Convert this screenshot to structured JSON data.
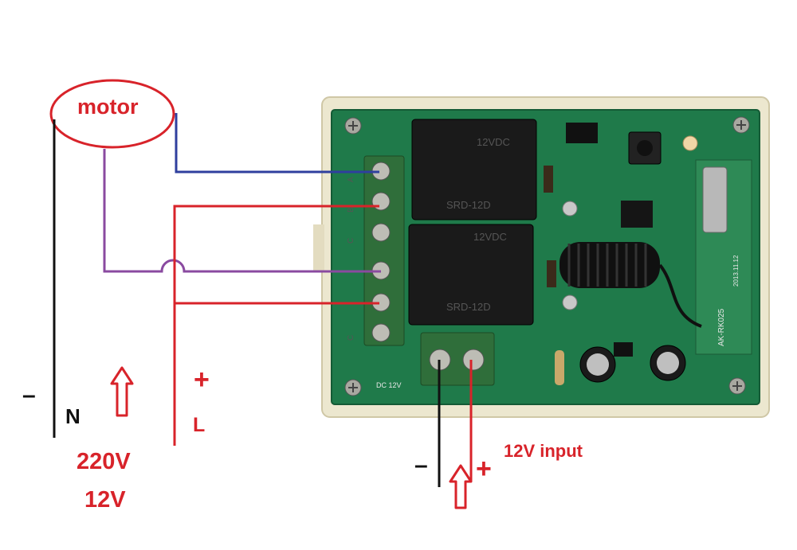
{
  "colors": {
    "wire_red": "#d8232a",
    "wire_blue": "#2f3f9e",
    "wire_purple": "#8a4aa0",
    "wire_black": "#111111",
    "board_green": "#1f7a4a",
    "case": "#ece7cf"
  },
  "labels": {
    "motor": "motor",
    "neutral": "N",
    "minus_left": "–",
    "plus_live": "+",
    "live": "L",
    "voltage_220": "220V",
    "voltage_12": "12V",
    "input_12v": "12V input",
    "minus_input": "–",
    "plus_input": "+"
  },
  "board": {
    "relay_brand": "SRD",
    "relay_top_rating": "12VDC",
    "relay_model": "SRD-12D",
    "dc_label": "DC 12V",
    "rf_module_label": "AK-RK025",
    "rf_date": "2013.11.12",
    "terminal_marks": [
      "A",
      "B",
      "C",
      "",
      "",
      "C"
    ]
  }
}
